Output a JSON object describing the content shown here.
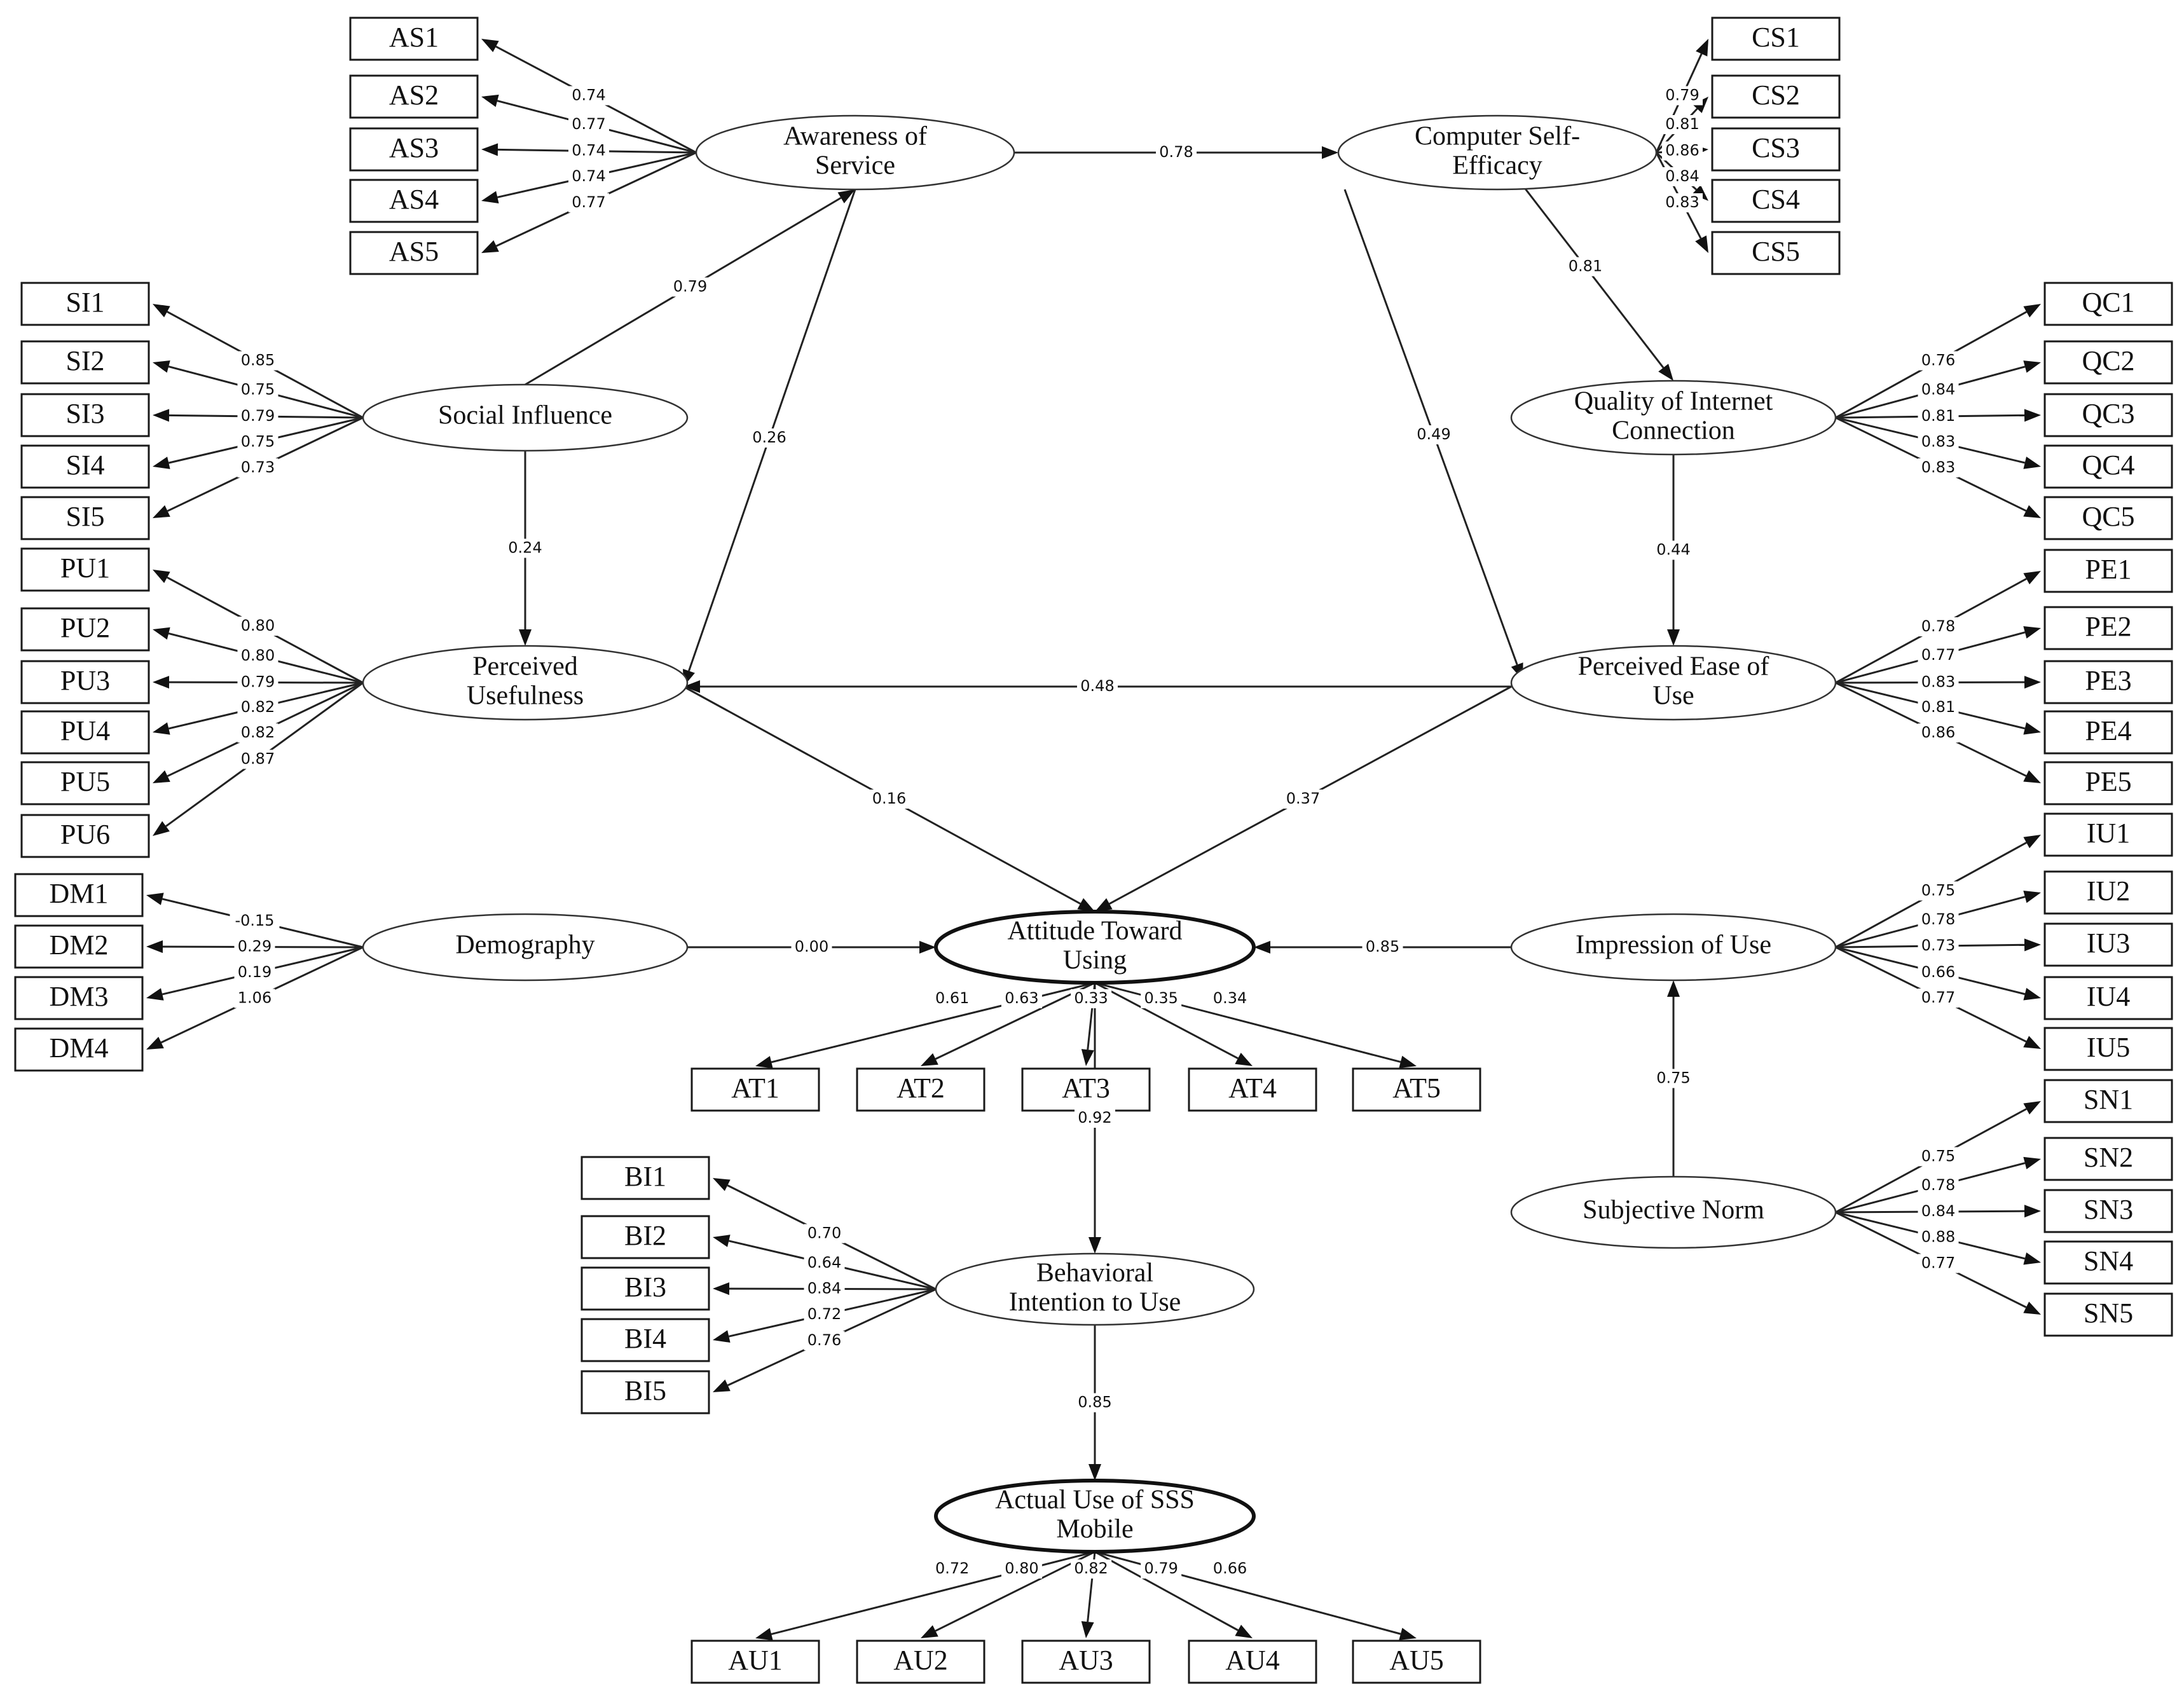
{
  "diagram": {
    "type": "structural equation model",
    "latents": {
      "AS": {
        "label": [
          "Awareness  of",
          "Service"
        ]
      },
      "CS": {
        "label": [
          "Computer Self-",
          "Efficacy"
        ]
      },
      "SI": {
        "label": [
          "Social Influence"
        ]
      },
      "QC": {
        "label": [
          "Quality of Internet",
          "Connection"
        ]
      },
      "PU": {
        "label": [
          "Perceived",
          "Usefulness"
        ]
      },
      "PE": {
        "label": [
          "Perceived Ease of",
          "Use"
        ]
      },
      "DM": {
        "label": [
          "Demography"
        ]
      },
      "AT": {
        "label": [
          "Attitude Toward",
          "Using"
        ]
      },
      "IU": {
        "label": [
          "Impression  of Use"
        ]
      },
      "SN": {
        "label": [
          "Subjective Norm"
        ]
      },
      "BI": {
        "label": [
          "Behavioral",
          "Intention to Use"
        ]
      },
      "AU": {
        "label": [
          "Actual Use of SSS",
          "Mobile"
        ]
      }
    },
    "indicators": {
      "AS": {
        "items": [
          "AS1",
          "AS2",
          "AS3",
          "AS4",
          "AS5"
        ],
        "loadings": [
          "0.74",
          "0.77",
          "0.74",
          "0.74",
          "0.77"
        ]
      },
      "CS": {
        "items": [
          "CS1",
          "CS2",
          "CS3",
          "CS4",
          "CS5"
        ],
        "loadings": [
          "0.79",
          "0.81",
          "0.86",
          "0.84",
          "0.83"
        ]
      },
      "SI": {
        "items": [
          "SI1",
          "SI2",
          "SI3",
          "SI4",
          "SI5"
        ],
        "loadings": [
          "0.85",
          "0.75",
          "0.79",
          "0.75",
          "0.73"
        ]
      },
      "QC": {
        "items": [
          "QC1",
          "QC2",
          "QC3",
          "QC4",
          "QC5"
        ],
        "loadings": [
          "0.76",
          "0.84",
          "0.81",
          "0.83",
          "0.83"
        ]
      },
      "PU": {
        "items": [
          "PU1",
          "PU2",
          "PU3",
          "PU4",
          "PU5",
          "PU6"
        ],
        "loadings": [
          "0.80",
          "0.80",
          "0.79",
          "0.82",
          "0.82",
          "0.87"
        ]
      },
      "PE": {
        "items": [
          "PE1",
          "PE2",
          "PE3",
          "PE4",
          "PE5"
        ],
        "loadings": [
          "0.78",
          "0.77",
          "0.83",
          "0.81",
          "0.86"
        ]
      },
      "DM": {
        "items": [
          "DM1",
          "DM2",
          "DM3",
          "DM4"
        ],
        "loadings": [
          "-0.15",
          "0.29",
          "0.19",
          "1.06"
        ]
      },
      "IU": {
        "items": [
          "IU1",
          "IU2",
          "IU3",
          "IU4",
          "IU5"
        ],
        "loadings": [
          "0.75",
          "0.78",
          "0.73",
          "0.66",
          "0.77"
        ]
      },
      "SN": {
        "items": [
          "SN1",
          "SN2",
          "SN3",
          "SN4",
          "SN5"
        ],
        "loadings": [
          "0.75",
          "0.78",
          "0.84",
          "0.88",
          "0.77"
        ]
      },
      "BI": {
        "items": [
          "BI1",
          "BI2",
          "BI3",
          "BI4",
          "BI5"
        ],
        "loadings": [
          "0.70",
          "0.64",
          "0.84",
          "0.72",
          "0.76"
        ]
      },
      "AT": {
        "items": [
          "AT1",
          "AT2",
          "AT3",
          "AT4",
          "AT5"
        ],
        "loadings": [
          "0.61",
          "0.63",
          "0.33",
          "0.35",
          "0.34"
        ]
      },
      "AU": {
        "items": [
          "AU1",
          "AU2",
          "AU3",
          "AU4",
          "AU5"
        ],
        "loadings": [
          "0.72",
          "0.80",
          "0.82",
          "0.79",
          "0.66"
        ]
      }
    },
    "paths": [
      {
        "from": "AS",
        "to": "CS",
        "coef": "0.78"
      },
      {
        "from": "SI",
        "to": "AS",
        "coef": "0.79"
      },
      {
        "from": "AS",
        "to": "PU",
        "coef": "0.26"
      },
      {
        "from": "SI",
        "to": "PU",
        "coef": "0.24"
      },
      {
        "from": "CS",
        "to": "QC",
        "coef": "0.81"
      },
      {
        "from": "CS",
        "to": "PE",
        "coef": "0.49"
      },
      {
        "from": "QC",
        "to": "PE",
        "coef": "0.44"
      },
      {
        "from": "PE",
        "to": "PU",
        "coef": "0.48"
      },
      {
        "from": "PU",
        "to": "AT",
        "coef": "0.16"
      },
      {
        "from": "PE",
        "to": "AT",
        "coef": "0.37"
      },
      {
        "from": "DM",
        "to": "AT",
        "coef": "0.00"
      },
      {
        "from": "IU",
        "to": "AT",
        "coef": "0.85"
      },
      {
        "from": "SN",
        "to": "IU",
        "coef": "0.75"
      },
      {
        "from": "AT",
        "to": "BI",
        "coef": "0.92"
      },
      {
        "from": "BI",
        "to": "AU",
        "coef": "0.85"
      }
    ]
  }
}
